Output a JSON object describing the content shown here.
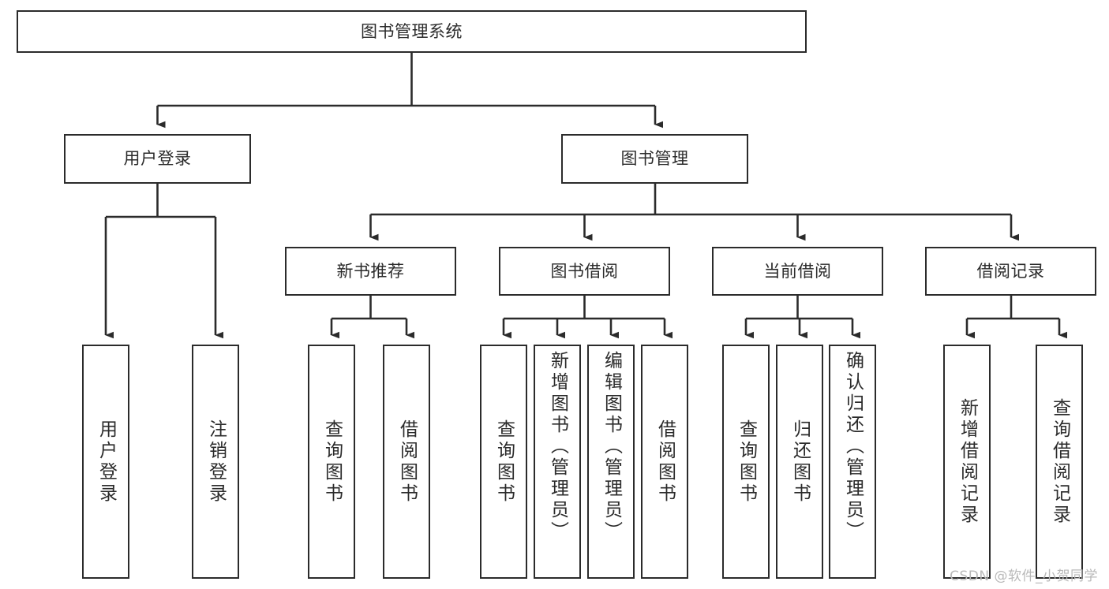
{
  "diagram": {
    "type": "hierarchy-tree",
    "title": "图书管理系统",
    "watermark": "CSDN @软件_小贺同学",
    "colors": {
      "border": "#2b2b2b",
      "background": "#ffffff",
      "text": "#2b2b2b",
      "watermark": "#b9b9b9"
    },
    "levels": {
      "root": {
        "label": "图书管理系统"
      },
      "level2": [
        {
          "label": "用户登录"
        },
        {
          "label": "图书管理"
        }
      ],
      "level3": [
        {
          "label": "新书推荐"
        },
        {
          "label": "图书借阅"
        },
        {
          "label": "当前借阅"
        },
        {
          "label": "借阅记录"
        }
      ],
      "leaves": {
        "user_login": [
          {
            "label": "用户登录"
          },
          {
            "label": "注销登录"
          }
        ],
        "new_book_recommend": [
          {
            "label": "查询图书"
          },
          {
            "label": "借阅图书"
          }
        ],
        "book_borrow": [
          {
            "label": "查询图书"
          },
          {
            "label": "新增图书（管理员）"
          },
          {
            "label": "编辑图书（管理员）"
          },
          {
            "label": "借阅图书"
          }
        ],
        "current_borrow": [
          {
            "label": "查询图书"
          },
          {
            "label": "归还图书"
          },
          {
            "label": "确认归还（管理员）"
          }
        ],
        "borrow_records": [
          {
            "label": "新增借阅记录"
          },
          {
            "label": "查询借阅记录"
          }
        ]
      }
    }
  }
}
